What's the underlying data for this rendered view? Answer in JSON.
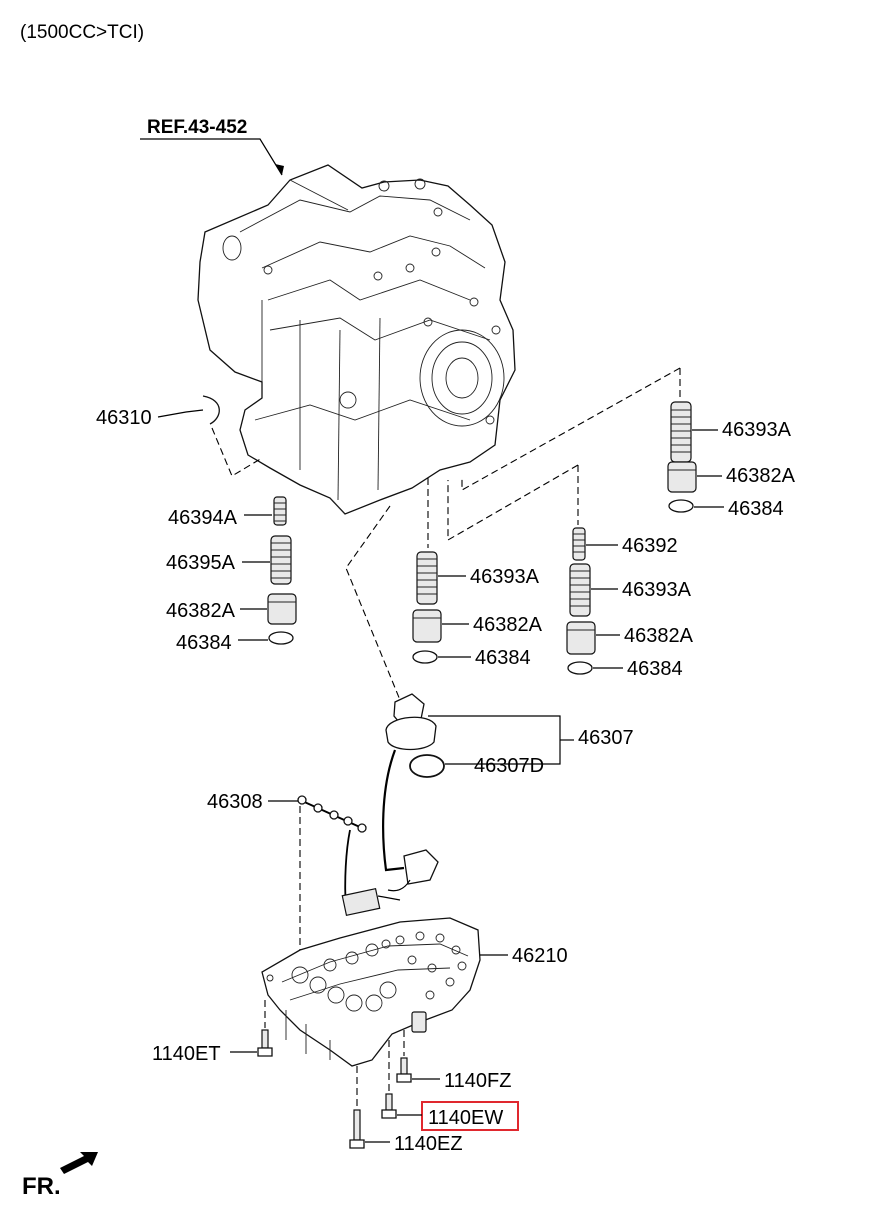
{
  "header": {
    "variant": "(1500CC>TCI)"
  },
  "reference": {
    "label": "REF.43-452"
  },
  "orientation": {
    "label": "FR."
  },
  "callouts": [
    {
      "id": "p46310",
      "text": "46310"
    },
    {
      "id": "p46393a_1",
      "text": "46393A"
    },
    {
      "id": "p46382a_1",
      "text": "46382A"
    },
    {
      "id": "p46384_1",
      "text": "46384"
    },
    {
      "id": "p46394a",
      "text": "46394A"
    },
    {
      "id": "p46395a",
      "text": "46395A"
    },
    {
      "id": "p46382a_2",
      "text": "46382A"
    },
    {
      "id": "p46384_2",
      "text": "46384"
    },
    {
      "id": "p46393a_2",
      "text": "46393A"
    },
    {
      "id": "p46382a_3",
      "text": "46382A"
    },
    {
      "id": "p46384_3",
      "text": "46384"
    },
    {
      "id": "p46392",
      "text": "46392"
    },
    {
      "id": "p46393a_3",
      "text": "46393A"
    },
    {
      "id": "p46382a_4",
      "text": "46382A"
    },
    {
      "id": "p46384_4",
      "text": "46384"
    },
    {
      "id": "p46307",
      "text": "46307"
    },
    {
      "id": "p46307d",
      "text": "46307D"
    },
    {
      "id": "p46308",
      "text": "46308"
    },
    {
      "id": "p46210",
      "text": "46210"
    },
    {
      "id": "p1140et",
      "text": "1140ET"
    },
    {
      "id": "p1140fz",
      "text": "1140FZ"
    },
    {
      "id": "p1140ew",
      "text": "1140EW",
      "highlighted": true
    },
    {
      "id": "p1140ez",
      "text": "1140EZ"
    }
  ],
  "colors": {
    "highlight_box": "#e0282e",
    "line": "#000000",
    "background": "#ffffff"
  }
}
